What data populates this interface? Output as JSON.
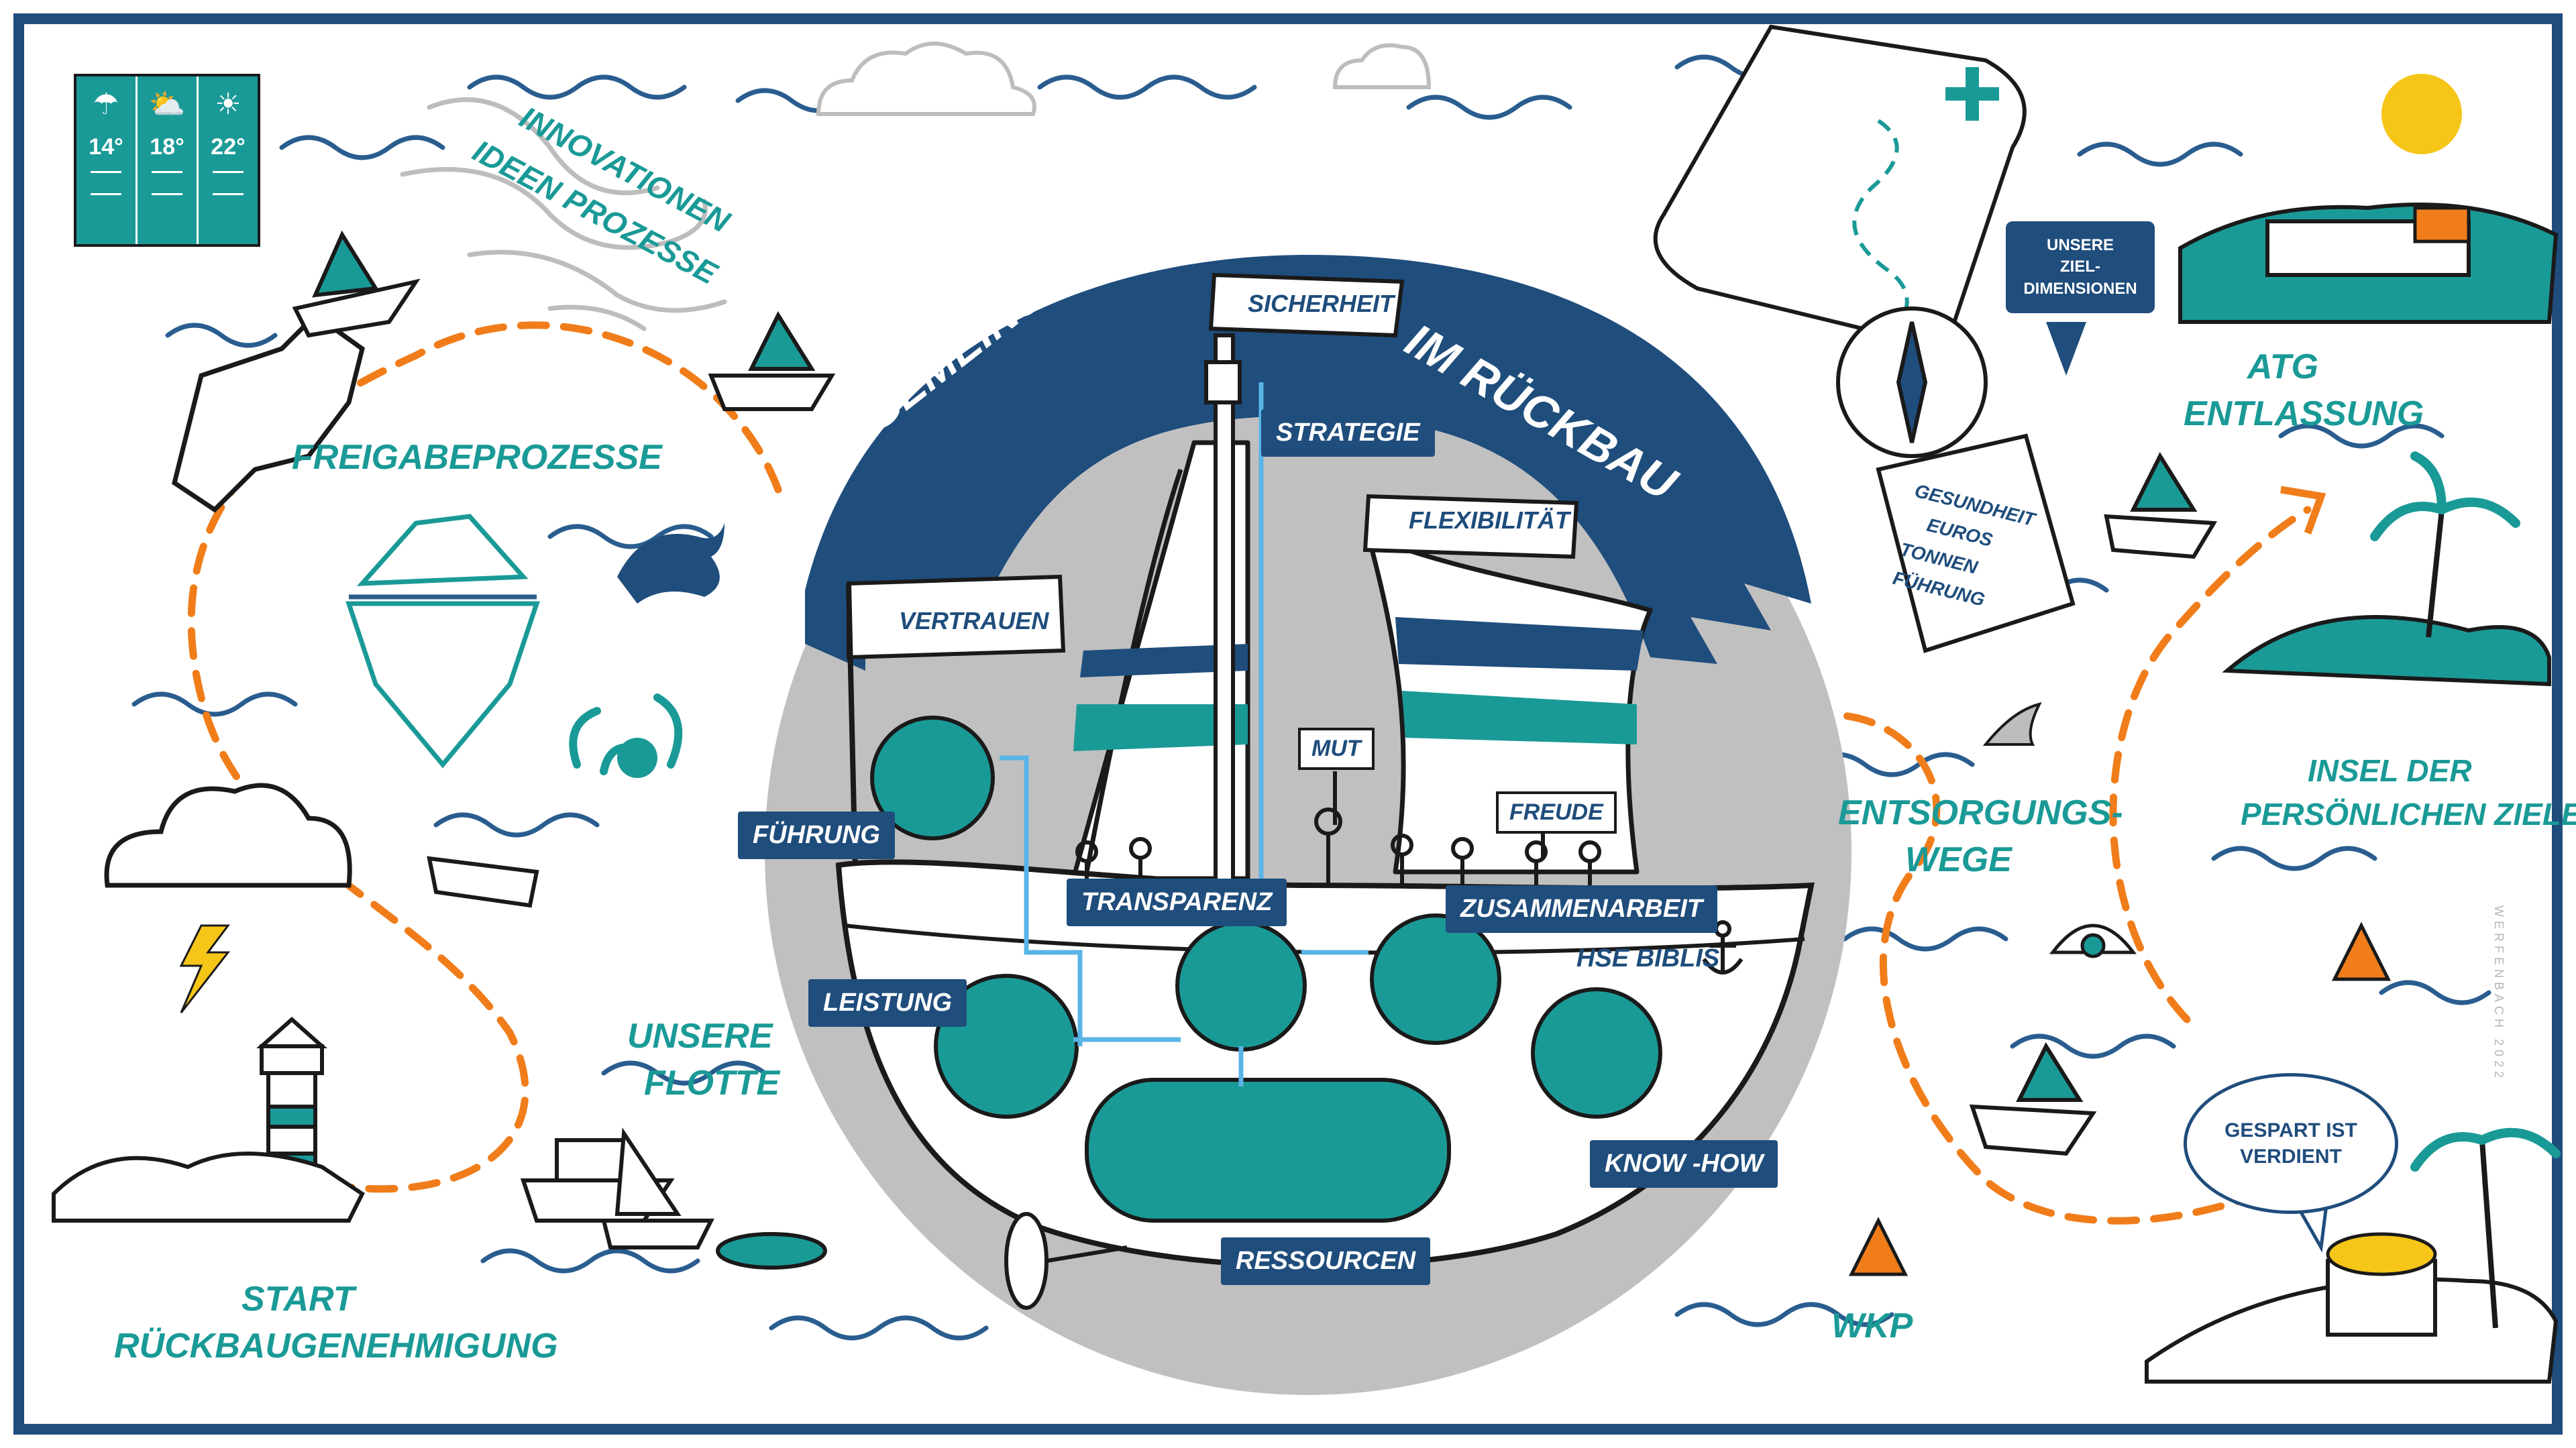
{
  "weather": [
    {
      "icon": "cloud-rain-icon",
      "glyph": "☂",
      "temp": "14°"
    },
    {
      "icon": "cloud-sun-icon",
      "glyph": "⛅",
      "temp": "18°"
    },
    {
      "icon": "sun-icon",
      "glyph": "☀",
      "temp": "22°"
    }
  ],
  "title": {
    "left": "GEMEINSAM STARK",
    "right": "IM RÜCKBAU"
  },
  "map_labels": {
    "innovationen": "INNOVATIONEN",
    "ideen_prozesse": "IDEEN PROZESSE",
    "freigabeprozesse": "FREIGABEPROZESSE",
    "unsere": "UNSERE",
    "flotte": "FLOTTE",
    "start": "START",
    "rueckbaugenehmigung": "RÜCKBAUGENEHMIGUNG",
    "entsorgungs": "ENTSORGUNGS-",
    "wege": "WEGE",
    "wkp": "WKP",
    "atg": "ATG",
    "entlassung": "ENTLASSUNG",
    "insel_der": "INSEL DER",
    "persoenlichen_ziele": "PERSÖNLICHEN ZIELE",
    "hse_biblis": "HSE BIBLIS"
  },
  "flags": {
    "sicherheit": "SICHERHEIT",
    "flexibilitaet": "FLEXIBILITÄT",
    "vertrauen": "VERTRAUEN"
  },
  "tags": {
    "strategie": "STRATEGIE",
    "fuehrung": "FÜHRUNG",
    "transparenz": "TRANSPARENZ",
    "zusammenarbeit": "ZUSAMMENARBEIT",
    "leistung": "LEISTUNG",
    "know_how": "KNOW -HOW",
    "ressourcen": "RESSOURCEN"
  },
  "signs": {
    "mut": "MUT",
    "freude": "FREUDE"
  },
  "ziel_bubble": {
    "line1": "UNSERE",
    "line2": "ZIEL-",
    "line3": "DIMENSIONEN"
  },
  "ziel_list": {
    "item1": "GESUNDHEIT",
    "item2": "EUROS",
    "item3": "TONNEN",
    "item4": "FÜHRUNG"
  },
  "speech": {
    "line1": "GESPART IST",
    "line2": "VERDIENT"
  },
  "watermark": "WERFENBACH 2022",
  "colors": {
    "navy": "#1f4d7c",
    "teal": "#1a9a97",
    "orange": "#f07d1a",
    "gray": "#bdbdbd",
    "sea": "#2a5d8f"
  }
}
